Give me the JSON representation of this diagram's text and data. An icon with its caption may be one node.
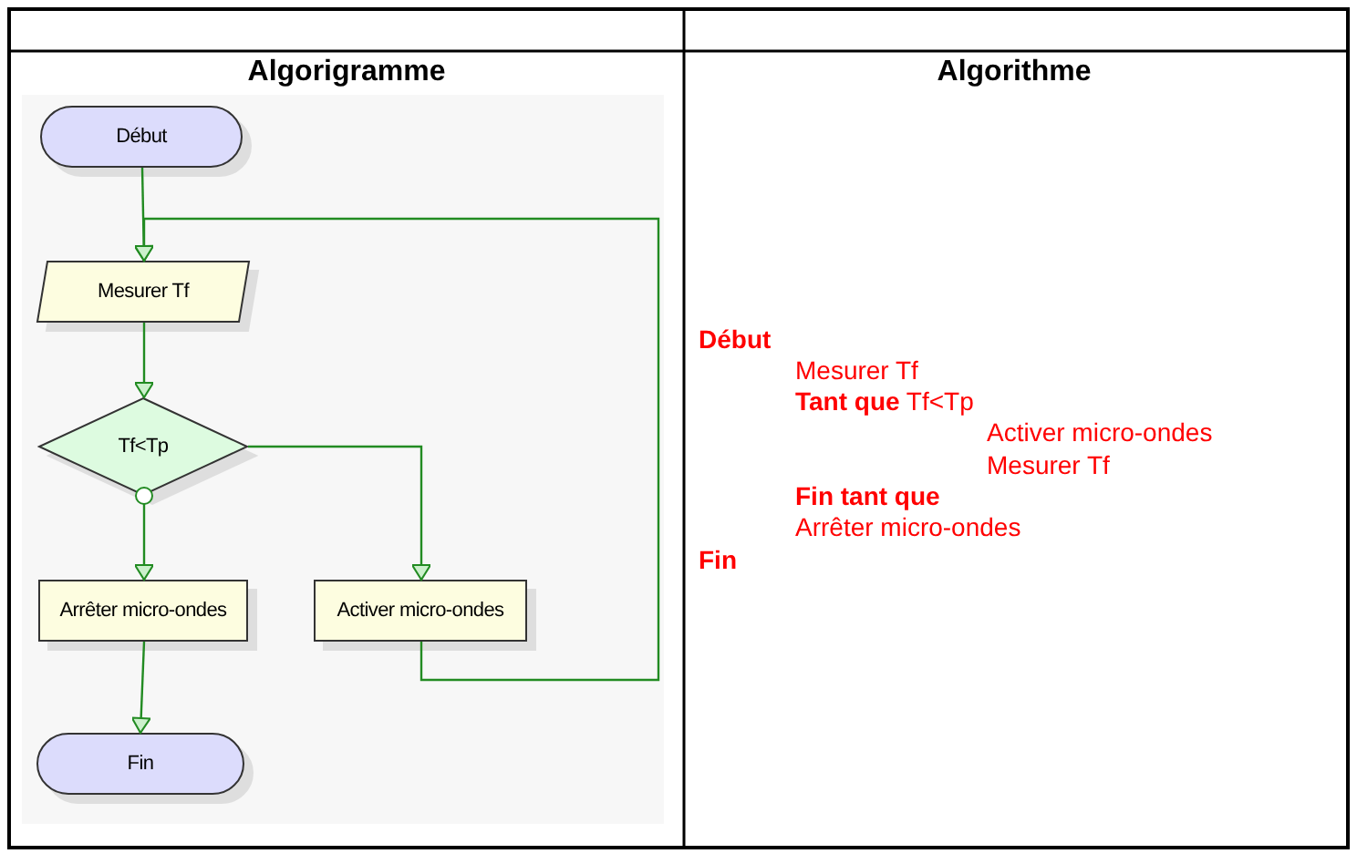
{
  "diagram": {
    "nodes": [
      {
        "text": [
          "Début"
        ]
      },
      {
        "text": [
          "Mesurer Tf"
        ]
      },
      {
        "text": [
          "Tf<Tp"
        ]
      },
      {
        "text": [
          "Arrêter micro-ondes"
        ]
      },
      {
        "text": [
          "Activer micro-ondes"
        ]
      },
      {
        "text": [
          "Fin"
        ]
      }
    ],
    "edges": [
      {
        "from": 0,
        "to": 1,
        "arrow": "to"
      },
      {
        "from": 1,
        "to": 2,
        "arrow": "to"
      },
      {
        "from": 2,
        "to": 3,
        "arrow": "to"
      },
      {
        "from": 2,
        "to": 4,
        "arrow": "to"
      },
      {
        "from": 4,
        "to": 1,
        "arrow": "to"
      },
      {
        "from": 3,
        "to": 5,
        "arrow": "to"
      }
    ],
    "labels": [
      "Algorigramme",
      "Algorithme",
      "Début",
      "Mesurer Tf",
      "**Tant que** Tf<Tp",
      "Activer micro-ondes",
      "Mesurer Tf",
      "Fin tant que",
      "Arrêter micro-ondes",
      "Fin"
    ]
  }
}
